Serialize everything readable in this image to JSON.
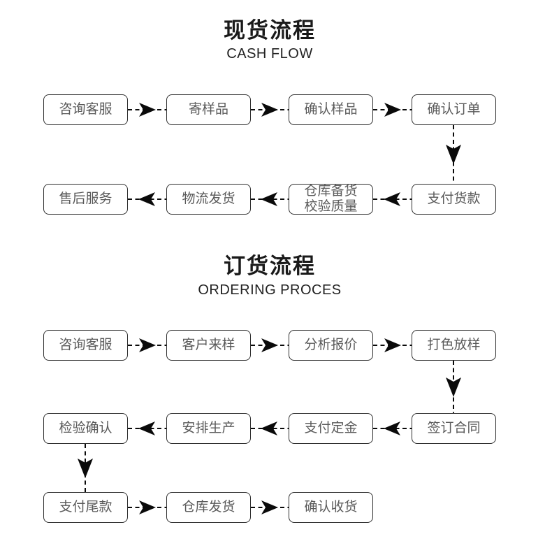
{
  "colors": {
    "background": "#ffffff",
    "box_border": "#2f2f2f",
    "box_text": "#5a5a5a",
    "title_text": "#1a1a1a",
    "arrow": "#0a0a0a"
  },
  "sections": {
    "cash": {
      "title_zh": "现货流程",
      "title_en": "CASH FLOW",
      "rows": [
        {
          "direction": "right",
          "boxes": [
            "咨询客服",
            "寄样品",
            "确认样品",
            "确认订单"
          ]
        },
        {
          "direction": "left",
          "boxes": [
            "售后服务",
            "物流发货",
            "仓库备货\n校验质量",
            "支付货款"
          ]
        }
      ],
      "vertical_connector": "确认订单 → 支付货款"
    },
    "ordering": {
      "title_zh": "订货流程",
      "title_en": "ORDERING PROCES",
      "rows": [
        {
          "direction": "right",
          "boxes": [
            "咨询客服",
            "客户来样",
            "分析报价",
            "打色放样"
          ]
        },
        {
          "direction": "left",
          "boxes": [
            "检验确认",
            "安排生产",
            "支付定金",
            "签订合同"
          ]
        },
        {
          "direction": "right",
          "boxes": [
            "支付尾款",
            "仓库发货",
            "确认收货"
          ]
        }
      ],
      "vertical_connectors": [
        "打色放样 → 签订合同",
        "检验确认 → 支付尾款"
      ]
    }
  }
}
